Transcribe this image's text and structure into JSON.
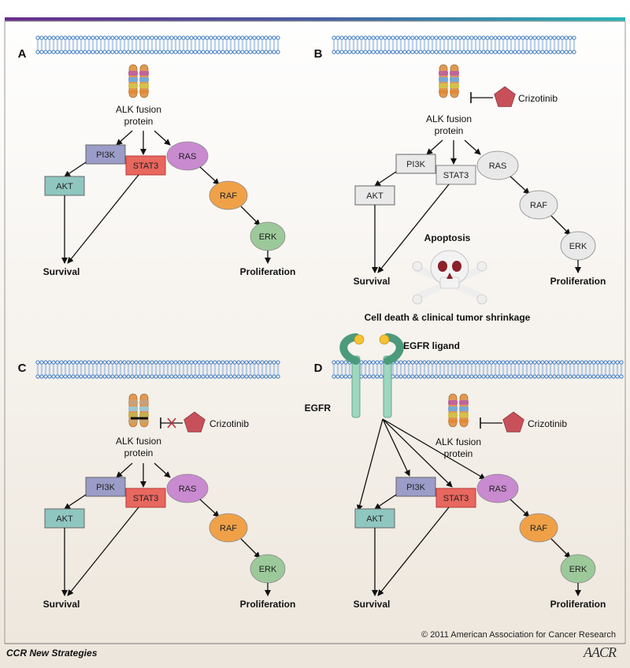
{
  "panels": [
    {
      "letter": "A",
      "state": "active",
      "fusion_label": [
        "ALK fusion",
        "protein"
      ]
    },
    {
      "letter": "B",
      "state": "inhibited",
      "fusion_label": [
        "ALK fusion",
        "protein"
      ],
      "drug": "Crizotinib",
      "apoptosis": "Apoptosis",
      "cell_death": "Cell death & clinical tumor shrinkage"
    },
    {
      "letter": "C",
      "state": "resistant",
      "fusion_label": [
        "ALK fusion",
        "protein"
      ],
      "drug": "Crizotinib"
    },
    {
      "letter": "D",
      "state": "egfr",
      "fusion_label": [
        "ALK fusion",
        "protein"
      ],
      "drug": "Crizotinib",
      "egfr_ligand": "EGFR ligand",
      "egfr": "EGFR"
    }
  ],
  "nodes": {
    "pi3k": "PI3K",
    "stat3": "STAT3",
    "ras": "RAS",
    "akt": "AKT",
    "raf": "RAF",
    "erk": "ERK",
    "survival": "Survival",
    "proliferation": "Proliferation"
  },
  "colors": {
    "pi3k": "#9b9cc8",
    "stat3": "#e8675f",
    "ras": "#c98ad0",
    "akt": "#8fc6c0",
    "raf": "#f0a148",
    "erk": "#9cc99a",
    "inactive": "#e9e9e9",
    "drug": "#c8505a"
  },
  "footer": {
    "journal": "CCR New Strategies",
    "copyright": "© 2011 American Association for Cancer Research",
    "logo": "AACR"
  }
}
